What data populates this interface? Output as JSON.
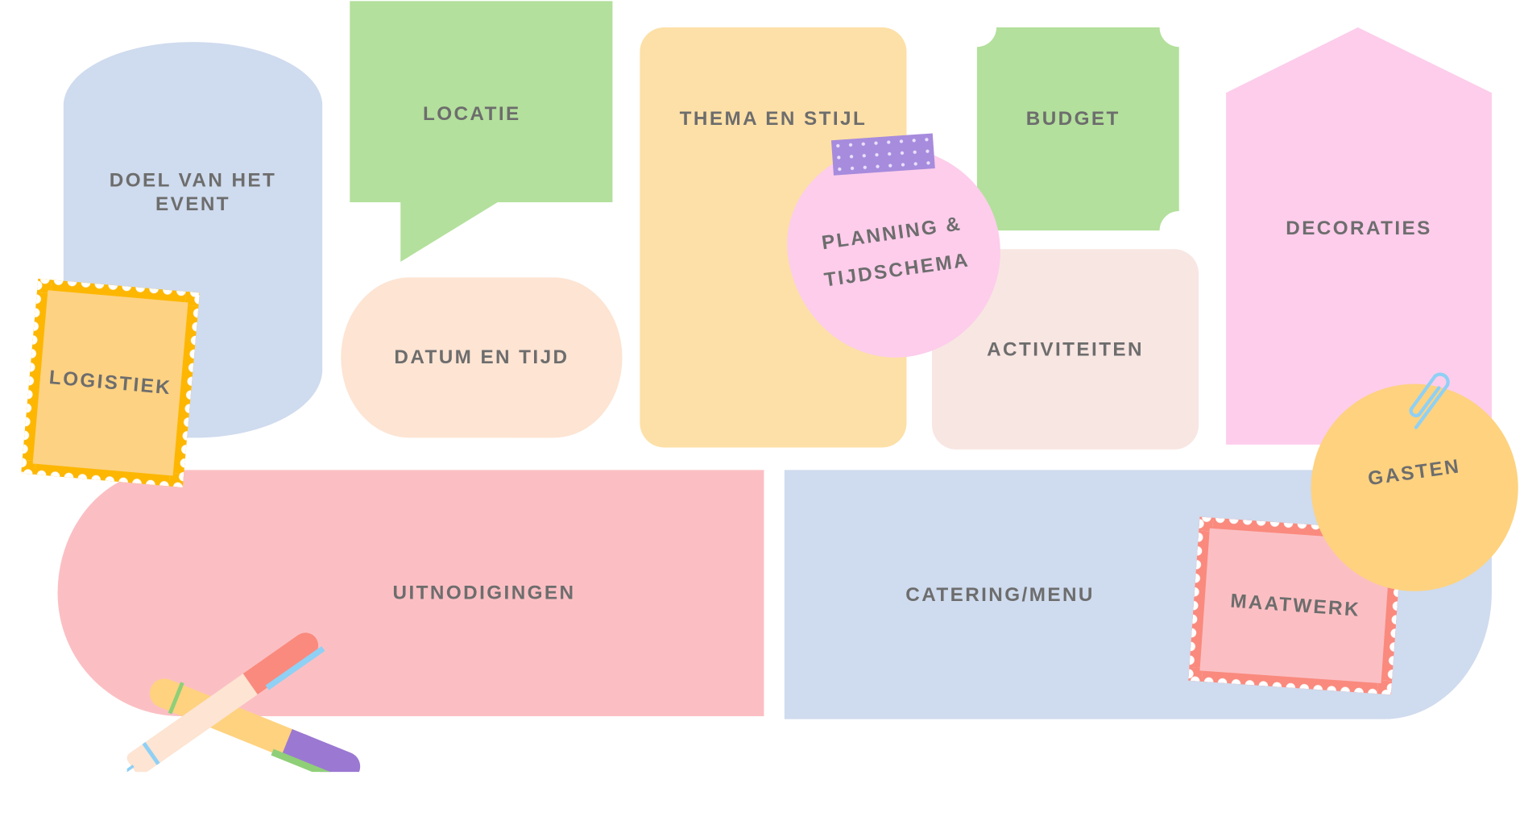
{
  "cards": {
    "doel": "DOEL VAN HET EVENT",
    "locatie": "LOCATIE",
    "datum": "DATUM EN TIJD",
    "thema": "THEMA EN STIJL",
    "budget": "BUDGET",
    "planning_line1": "PLANNING &",
    "planning_line2": "TIJDSCHEMA",
    "activiteiten": "ACTIVITEITEN",
    "decoraties": "DECORATIES",
    "logistiek": "LOGISTIEK",
    "uitnodigingen": "UITNODIGINGEN",
    "catering": "CATERING/MENU",
    "gasten": "GASTEN",
    "maatwerk": "MAATWERK"
  },
  "colors": {
    "blue": "#cfdbee",
    "green": "#b3e09c",
    "peach": "#fde4d3",
    "yellow": "#fde0a7",
    "blush": "#f8e6e2",
    "pink": "#fdcdeb",
    "rose": "#fbbfc3",
    "orange": "#fed27f",
    "text": "#6d6d6d"
  }
}
